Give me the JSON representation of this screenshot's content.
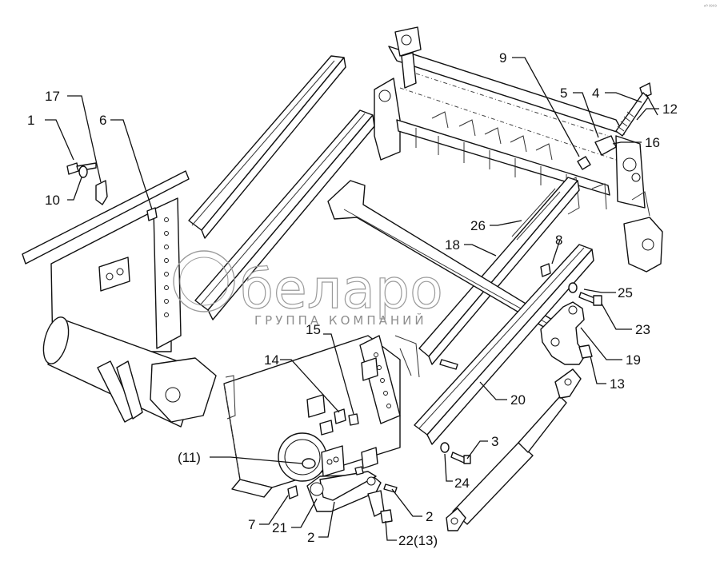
{
  "watermark": {
    "brand": "беларо",
    "subtitle": "ГРУППА КОМПАНИЙ"
  },
  "corner_mark": "ⁿ⁰ ³⁹⁹⁹",
  "callouts": [
    {
      "id": "c1",
      "text": "1"
    },
    {
      "id": "c17",
      "text": "17"
    },
    {
      "id": "c6",
      "text": "6"
    },
    {
      "id": "c10",
      "text": "10"
    },
    {
      "id": "c9",
      "text": "9"
    },
    {
      "id": "c5",
      "text": "5"
    },
    {
      "id": "c4",
      "text": "4"
    },
    {
      "id": "c12",
      "text": "12"
    },
    {
      "id": "c16",
      "text": "16"
    },
    {
      "id": "c26",
      "text": "26"
    },
    {
      "id": "c18",
      "text": "18"
    },
    {
      "id": "c8",
      "text": "8"
    },
    {
      "id": "c25",
      "text": "25"
    },
    {
      "id": "c23",
      "text": "23"
    },
    {
      "id": "c19",
      "text": "19"
    },
    {
      "id": "c13",
      "text": "13"
    },
    {
      "id": "c15",
      "text": "15"
    },
    {
      "id": "c14",
      "text": "14"
    },
    {
      "id": "c20",
      "text": "20"
    },
    {
      "id": "c3",
      "text": "3"
    },
    {
      "id": "c24",
      "text": "24"
    },
    {
      "id": "c11",
      "text": "(11)"
    },
    {
      "id": "c2a",
      "text": "2"
    },
    {
      "id": "c7",
      "text": "7"
    },
    {
      "id": "c21",
      "text": "21"
    },
    {
      "id": "c2b",
      "text": "2"
    },
    {
      "id": "c22",
      "text": "22(13)"
    }
  ]
}
